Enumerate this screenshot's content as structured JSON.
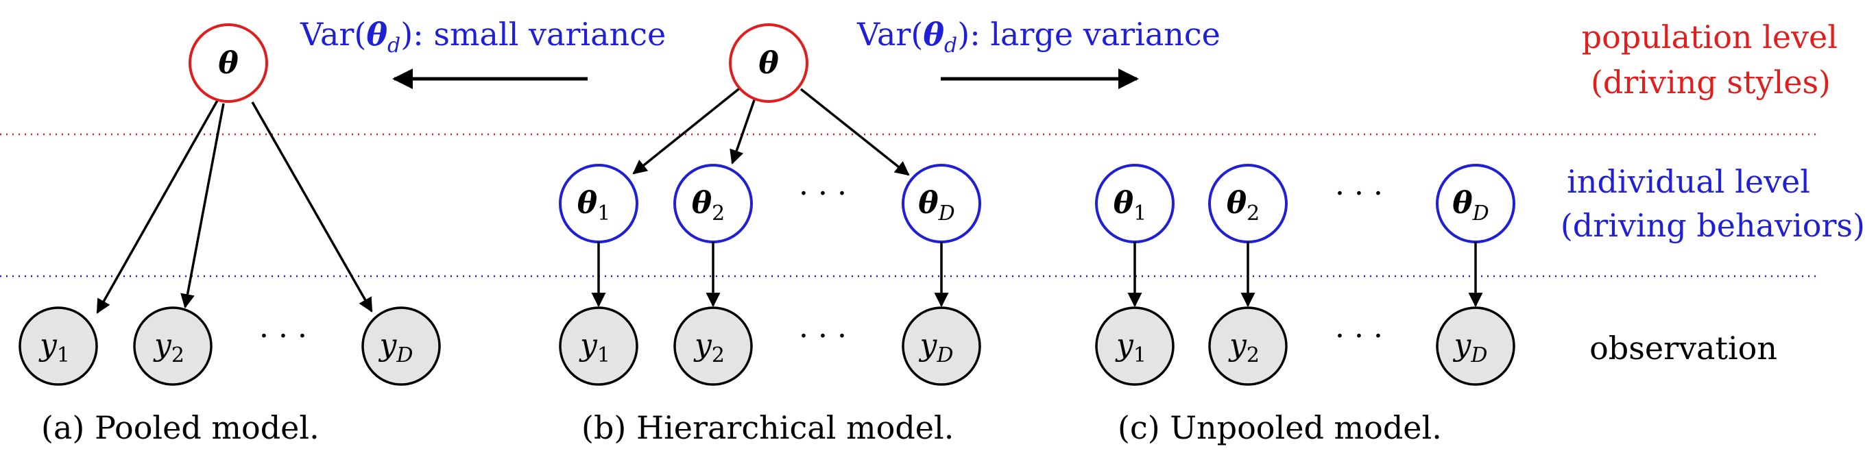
{
  "colors": {
    "population": "#e01e1e",
    "individual": "#1f1fd6",
    "observation_fill": "#e4e4e4",
    "edge": "#000000",
    "separator_population": "#e01e1e",
    "separator_individual": "#1f1fd6"
  },
  "nodes": {
    "theta": "θ",
    "theta_prefix": "θ",
    "theta_subscripts": [
      "1",
      "2",
      "D"
    ],
    "y_prefix": "y",
    "y_subscripts": [
      "1",
      "2",
      "D"
    ],
    "ellipsis": "· · ·"
  },
  "annotations": {
    "small_variance": {
      "prefix": "Var(",
      "symbol": "θ",
      "subscript": "d",
      "suffix": "): small variance"
    },
    "large_variance": {
      "prefix": "Var(",
      "symbol": "θ",
      "subscript": "d",
      "suffix": "): large variance"
    }
  },
  "levels": {
    "population": [
      "population level",
      "(driving styles)"
    ],
    "individual": [
      "individual level",
      "(driving behaviors)"
    ],
    "observation": "observation"
  },
  "captions": {
    "a": "(a) Pooled model.",
    "b": "(b) Hierarchical model.",
    "c": "(c) Unpooled model."
  }
}
